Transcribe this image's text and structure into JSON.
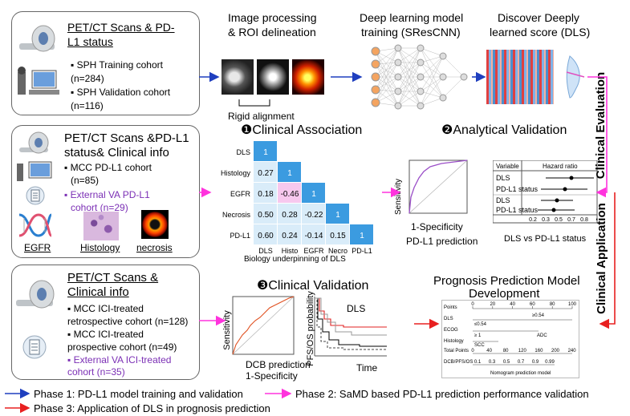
{
  "left_panels": {
    "p1": {
      "title_l1": "PET/CT Scans & PD-",
      "title_l2": "L1 status",
      "b1_l1": "▪ SPH Training cohort",
      "b1_l2": "(n=284)",
      "b2_l1": "▪ SPH Validation cohort",
      "b2_l2": "(n=116)"
    },
    "p2": {
      "title_l1": "PET/CT Scans &PD-L1",
      "title_l2": "status& Clinical info",
      "b1_l1": "▪ MCC PD-L1 cohort",
      "b1_l2": "(n=85)",
      "b2_l1": "▪ External VA PD-L1",
      "b2_l2": "cohort (n=29)",
      "label_egfr": "EGFR",
      "label_histology": "Histology",
      "label_necrosis": "necrosis"
    },
    "p3": {
      "title_l1": "PET/CT Scans &",
      "title_l2": "Clinical info",
      "b1_l1": "▪ MCC ICI-treated",
      "b1_l2": "retrospective cohort (n=128)",
      "b2_l1": "▪ MCC ICI-treated",
      "b2_l2": "prospective cohort (n=49)",
      "b3_l1": "▪ External VA ICI-treated",
      "b3_l2": "cohort (n=35)"
    }
  },
  "top_row": {
    "step1_l1": "Image processing",
    "step1_l2": "& ROI delineation",
    "rigid": "Rigid alignment",
    "step2_l1": "Deep learning model",
    "step2_l2": "training (SResCNN)",
    "step3_l1": "Discover Deeply",
    "step3_l2": "learned score (DLS)"
  },
  "clinical_association": {
    "title": "❶Clinical Association",
    "rows": [
      "DLS",
      "Histology",
      "EGFR",
      "Necrosis",
      "PD-L1"
    ],
    "cols": [
      "DLS",
      "Histo",
      "EGFR",
      "Necro",
      "PD-L1"
    ],
    "matrix": [
      [
        "1"
      ],
      [
        "0.27",
        "1"
      ],
      [
        "0.18",
        "-0.46",
        "1"
      ],
      [
        "0.50",
        "0.28",
        "-0.22",
        "1"
      ],
      [
        "0.60",
        "0.24",
        "-0.14",
        "0.15",
        "1"
      ]
    ],
    "xcaption": "Biology underpinning of DLS"
  },
  "analytical_validation": {
    "title": "❷Analytical Validation",
    "roc_ylabel": "Sensitivity",
    "roc_xlabel": "1-Specificity",
    "roc_caption": "PD-L1 prediction",
    "forest_col1": "Variable",
    "forest_col2": "Hazard ratio",
    "forest_rows": [
      "DLS",
      "PD-L1 status",
      "DLS",
      "PD-L1 status"
    ],
    "forest_ticks": [
      "0.2",
      "0.3",
      "0.5",
      "0.7",
      "0.8"
    ],
    "forest_caption": "DLS vs PD-L1 status"
  },
  "clinical_validation": {
    "title": "❸Clinical Validation",
    "roc_ylabel": "Sensitivity",
    "roc_caption": "DCB prediction",
    "roc_xlabel": "1-Specificity",
    "km_label": "DLS",
    "km_ylabel": "PFS/OS probability",
    "km_xlabel": "Time"
  },
  "prognosis": {
    "title_l1": "Prognosis Prediction Model",
    "title_l2": "Development",
    "nomo_rows": [
      "Points",
      "DLS",
      "ECOG",
      "Histology",
      "Total Points",
      "DCB/PFS/OS"
    ],
    "points_ticks": [
      "0",
      "20",
      "40",
      "60",
      "80",
      "100"
    ],
    "dls_hi": "≥0.54",
    "dls_lo": "≤0.54",
    "ecog": "≥ 1",
    "adc": "ADC",
    "scc": "SCC",
    "total_ticks": [
      "0",
      "40",
      "80",
      "120",
      "160",
      "200",
      "240"
    ],
    "prob_ticks": [
      "0.1",
      "0.3",
      "0.5",
      "0.7",
      "0.9",
      "0.99"
    ],
    "nomo_caption": "Nomogram prediction model"
  },
  "side_labels": {
    "eval": "Clinical Evaluation",
    "app": "Clinical Application"
  },
  "legend": {
    "phase1": "Phase 1: PD-L1 model training and validation",
    "phase2": "Phase 2: SaMD based PD-L1 prediction performance validation",
    "phase3": "Phase 3: Application of DLS in prognosis prediction"
  },
  "colors": {
    "blue": "#1f3fbf",
    "magenta": "#ff33dd",
    "red": "#e82020",
    "heat_blue": "#3b9be0",
    "heat_pink": "#f7c8ee"
  }
}
